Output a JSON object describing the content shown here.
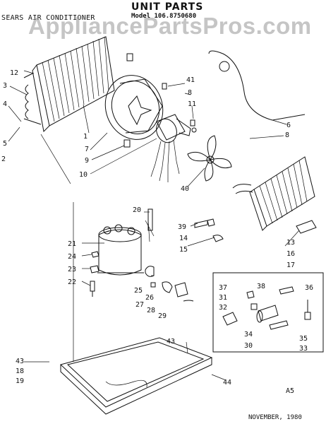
{
  "header": {
    "left_text": "SEARS AIR CONDITIONER",
    "title": "UNIT PARTS",
    "model": "Model 106.8750680"
  },
  "watermark": "AppliancePartsPros.com",
  "footer": {
    "date": "NOVEMBER, 1980",
    "ref": "A5"
  },
  "callouts": {
    "c1": "1",
    "c2": "2",
    "c3": "3",
    "c4": "4",
    "c5": "5",
    "c6": "6",
    "c7": "7",
    "c8a": "8",
    "c8b": "8",
    "c9": "9",
    "c10": "10",
    "c11": "11",
    "c12": "12",
    "c13": "13",
    "c14": "14",
    "c15": "15",
    "c16": "16",
    "c17": "17",
    "c18": "18",
    "c19": "19",
    "c20": "20",
    "c21": "21",
    "c22": "22",
    "c23": "23",
    "c24": "24",
    "c25": "25",
    "c26": "26",
    "c27": "27",
    "c28": "28",
    "c29": "29",
    "c30": "30",
    "c31": "31",
    "c32": "32",
    "c33": "33",
    "c34": "34",
    "c35": "35",
    "c36": "36",
    "c37": "37",
    "c38": "38",
    "c39": "39",
    "c40": "40",
    "c41": "41",
    "c43a": "43",
    "c43b": "43",
    "c44": "44"
  }
}
